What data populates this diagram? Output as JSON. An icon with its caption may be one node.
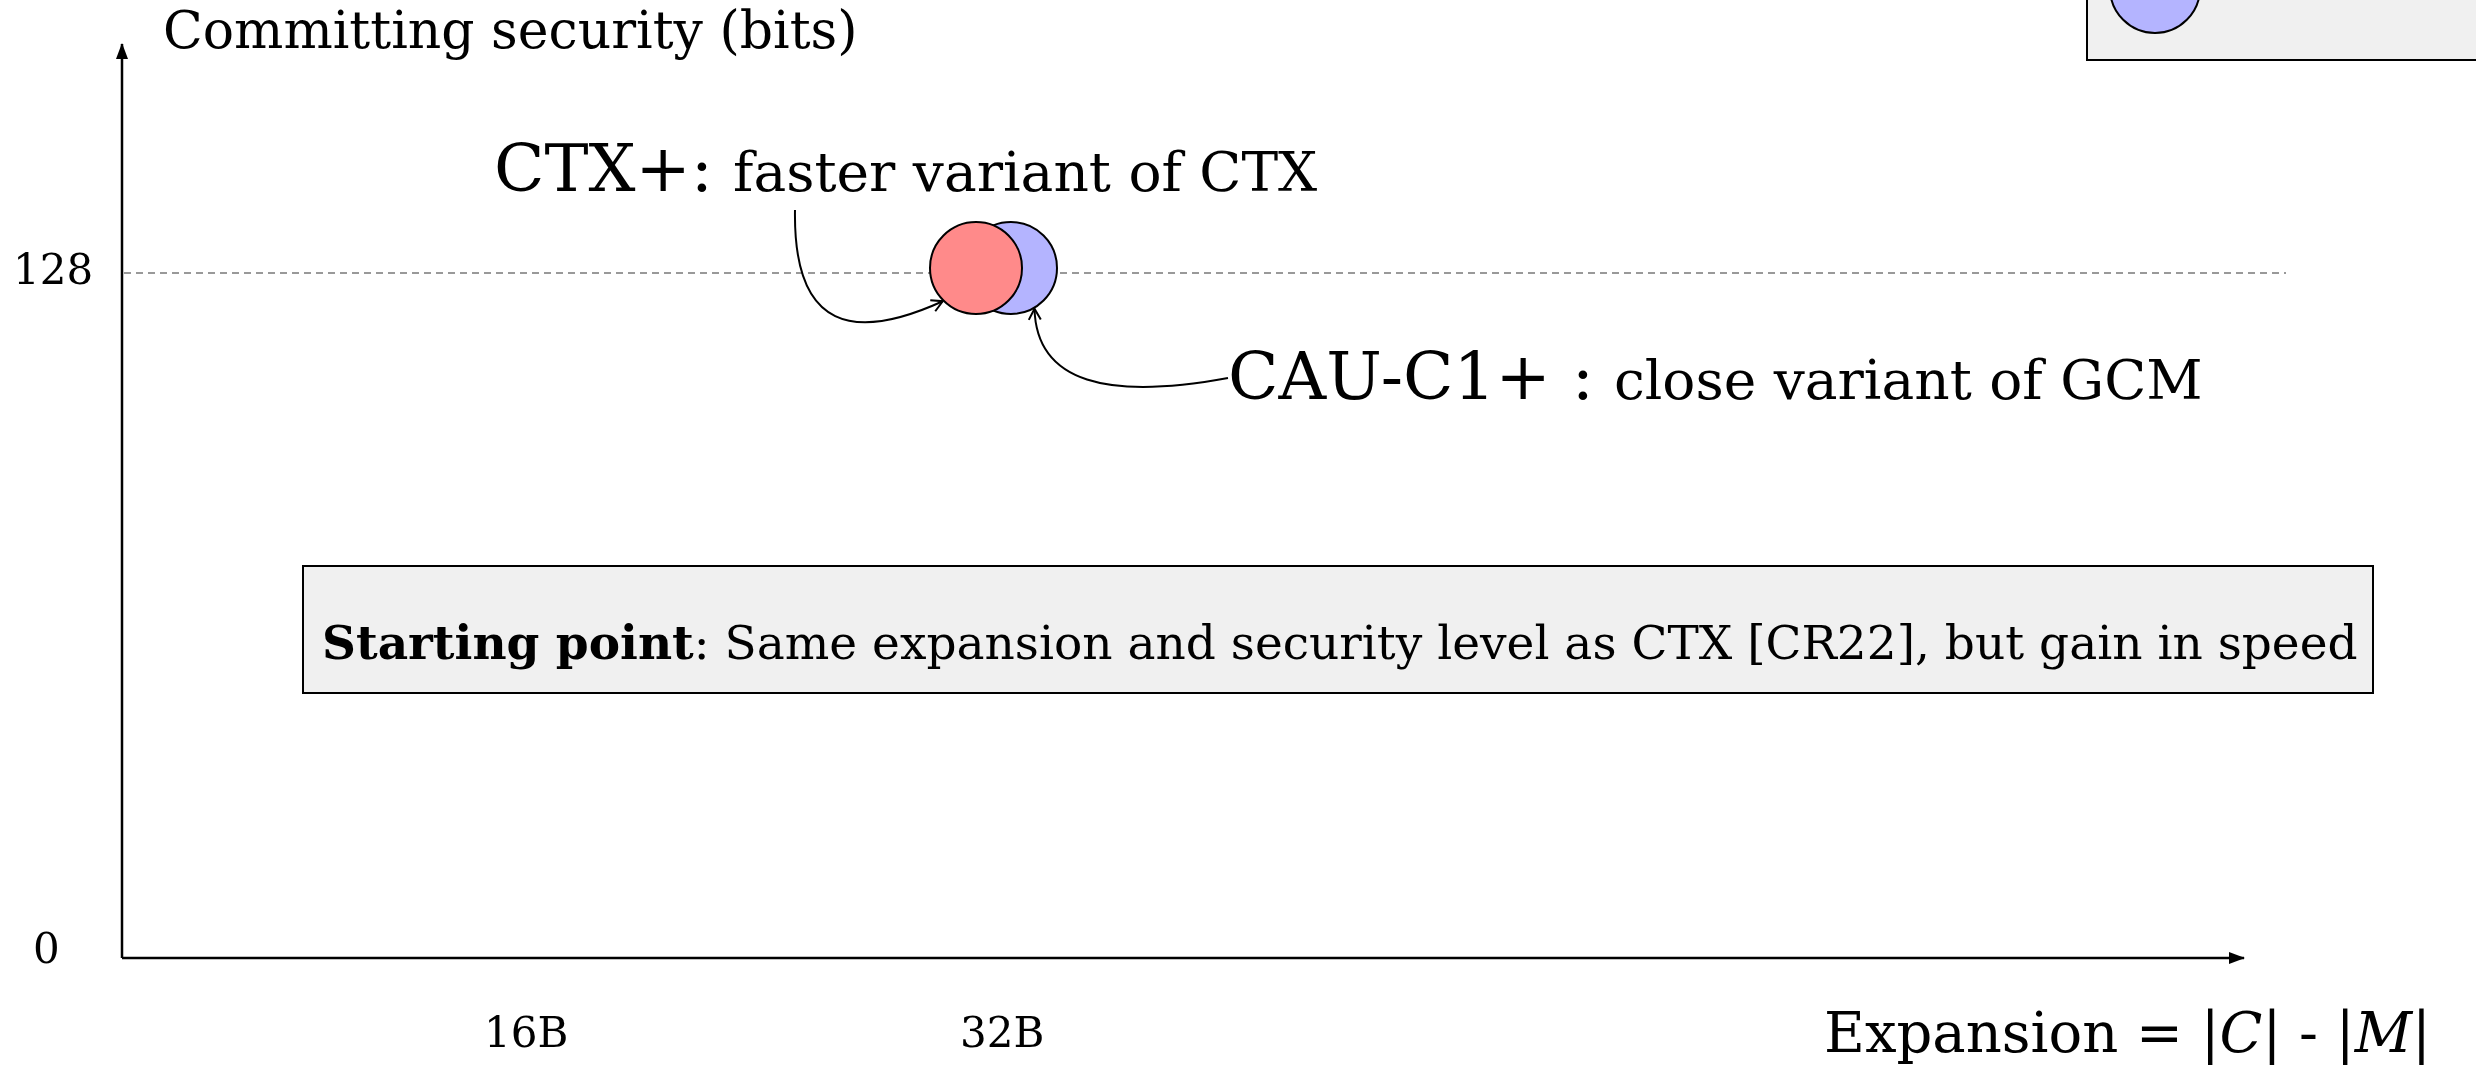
{
  "diagram": {
    "nodes": [
      {
        "text": [
          "CTX+:",
          "faster variant of CTX"
        ]
      },
      {
        "text": [],
        "shape": "circle"
      },
      {
        "text": [],
        "shape": "circle"
      },
      {
        "text": [
          "CAU-C1+ :",
          "close variant of GCM"
        ]
      },
      {
        "text": [
          "**Starting point**: Same  expansion and security level as CTX [CR22], but gain in speed"
        ]
      }
    ],
    "edges": [
      {
        "from": 0,
        "to": 1,
        "arrow": "to"
      },
      {
        "from": 3,
        "to": 2,
        "arrow": "to"
      }
    ],
    "labels": [
      "Committing security (bits)",
      "128",
      "0",
      "16B",
      "32B",
      "Expansion = |*C*| - |*M*|"
    ]
  }
}
